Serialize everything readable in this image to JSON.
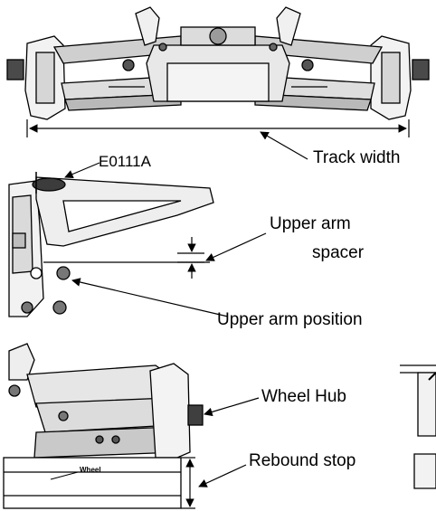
{
  "labels": {
    "track_width": "Track width",
    "part_code": "E0111A",
    "upper_arm_spacer_line1": "Upper arm",
    "upper_arm_spacer_line2": "spacer",
    "upper_arm_position": "Upper arm position",
    "wheel_hub": "Wheel Hub",
    "rebound_stop": "Rebound stop",
    "wheel": "Wheel"
  },
  "colors": {
    "line": "#000000",
    "part_fill": "#e6e6e6",
    "part_dark": "#8a8a8a",
    "background": "#ffffff"
  }
}
